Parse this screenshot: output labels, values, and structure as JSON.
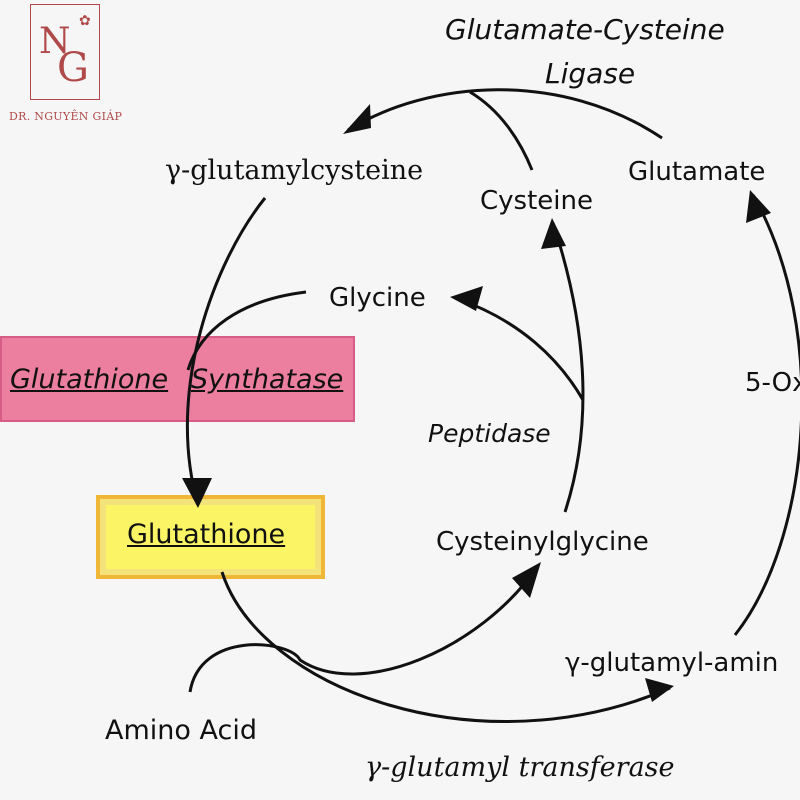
{
  "logo": {
    "monogram_n": "N",
    "monogram_g": "G",
    "caption": "DR. NGUYÊN GIÁP",
    "rose_icon": "rose-icon"
  },
  "enzymes": {
    "ligase_line1": "Glutamate-Cysteine",
    "ligase_line2": "Ligase",
    "synthatase_part1": "Glutathione",
    "synthatase_part2": "Synthatase",
    "peptidase": "Peptidase",
    "transferase": "γ-glutamyl transferase"
  },
  "metabolites": {
    "gamma_glutamylcysteine": "γ-glutamylcysteine",
    "cysteine": "Cysteine",
    "glutamate": "Glutamate",
    "glycine": "Glycine",
    "glutathione": "Glutathione",
    "cysteinylglycine": "Cysteinylglycine",
    "oxo_partial": "5-Ox",
    "gamma_glutamyl_amino_partial": "γ-glutamyl-amin",
    "amino_acid": "Amino Acid"
  },
  "colors": {
    "synthatase_box": "#ec7e9f",
    "glutathione_box": "#fbf566",
    "glutathione_border": "#f0b635",
    "logo": "#b04a4a"
  }
}
